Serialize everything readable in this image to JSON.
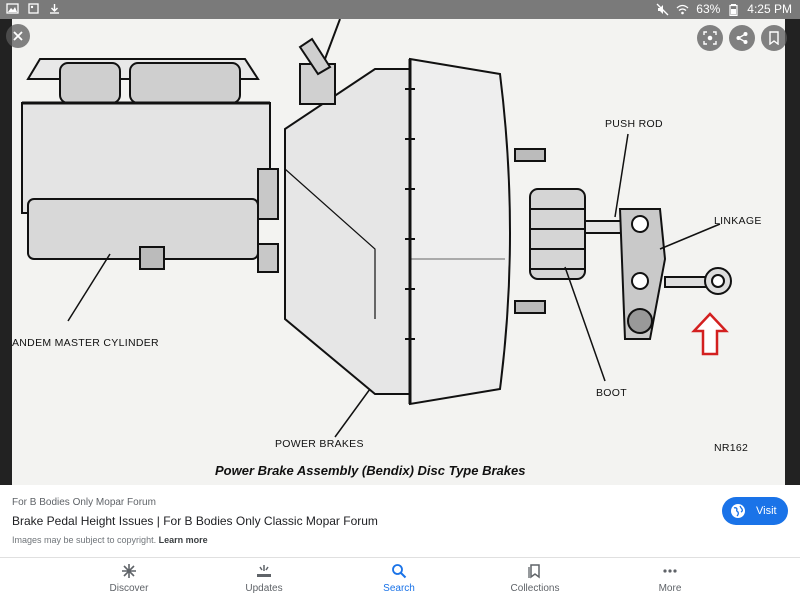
{
  "status_bar": {
    "battery": "63%",
    "time": "4:25 PM"
  },
  "viewer": {
    "close_icon": "close-icon",
    "lens_icon": "lens-icon",
    "share_icon": "share-icon",
    "bookmark_icon": "bookmark-icon",
    "diagram": {
      "labels": {
        "push_rod": "PUSH ROD",
        "linkage": "LINKAGE",
        "master_cylinder": "ANDEM MASTER CYLINDER",
        "boot": "BOOT",
        "power_brakes": "POWER BRAKES",
        "code": "NR162"
      },
      "caption": "Power Brake Assembly (Bendix) Disc Type Brakes",
      "arrow_color": "#d32020"
    }
  },
  "info": {
    "source": "For B Bodies Only Mopar Forum",
    "title": "Brake Pedal Height Issues | For B Bodies Only Classic Mopar Forum",
    "copyright": "Images may be subject to copyright.",
    "learn_more": "Learn more",
    "visit_label": "Visit",
    "accent": "#1a73e8"
  },
  "nav": {
    "items": [
      {
        "label": "Discover",
        "icon": "asterisk-icon"
      },
      {
        "label": "Updates",
        "icon": "updates-icon"
      },
      {
        "label": "Search",
        "icon": "search-icon"
      },
      {
        "label": "Collections",
        "icon": "collections-icon"
      },
      {
        "label": "More",
        "icon": "more-icon"
      }
    ],
    "active": "Search"
  }
}
